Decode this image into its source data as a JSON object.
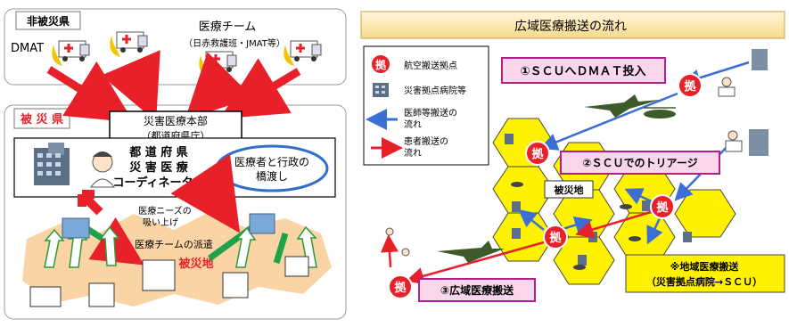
{
  "left": {
    "non_disaster_label": "非被災県",
    "dmat_label": "DMAT",
    "team_title": "医療チーム",
    "team_sub": "（日赤救護班・JMAT等）",
    "disaster_pref_label": "被 災 県",
    "hq_line1": "災害医療本部",
    "hq_line2": "（都道府県庁）",
    "coord_line1": "都 道 府 県",
    "coord_line2": "災 害 医 療",
    "coord_line3": "コーディネーター",
    "bridge_line1": "医療者と行政の",
    "bridge_line2": "橋渡し",
    "needs_line1": "医療ニーズの",
    "needs_line2": "吸い上げ",
    "dispatch_label": "医療チームの派遣",
    "disaster_area": "被災地"
  },
  "right": {
    "title": "広域医療搬送の流れ",
    "legend": {
      "scu_label": "航空搬送拠点",
      "hospital_label": "災害拠点病院等",
      "doctor_arrow_line1": "医師等搬送の",
      "doctor_arrow_line2": "流れ",
      "patient_arrow_line1": "患者搬送の",
      "patient_arrow_line2": "流れ"
    },
    "scu_char": "拠",
    "step1": "①ＳＣＵへＤＭＡＴ投入",
    "step2": "②ＳＣＵでのトリアージ",
    "step3": "③広域医療搬送",
    "area_label": "被災地",
    "note_line1": "※地域医療搬送",
    "note_line2": "（災害拠点病院→ＳＣＵ）"
  },
  "colors": {
    "red_arrow": "#e8202a",
    "blue_arrow": "#3b6fd6",
    "green_arrow": "#1fa24a",
    "hex_yellow": "#fff200",
    "step_pink": "#f9d6ec",
    "step_border": "#b0208a",
    "title_bar": "#fde9b8"
  }
}
